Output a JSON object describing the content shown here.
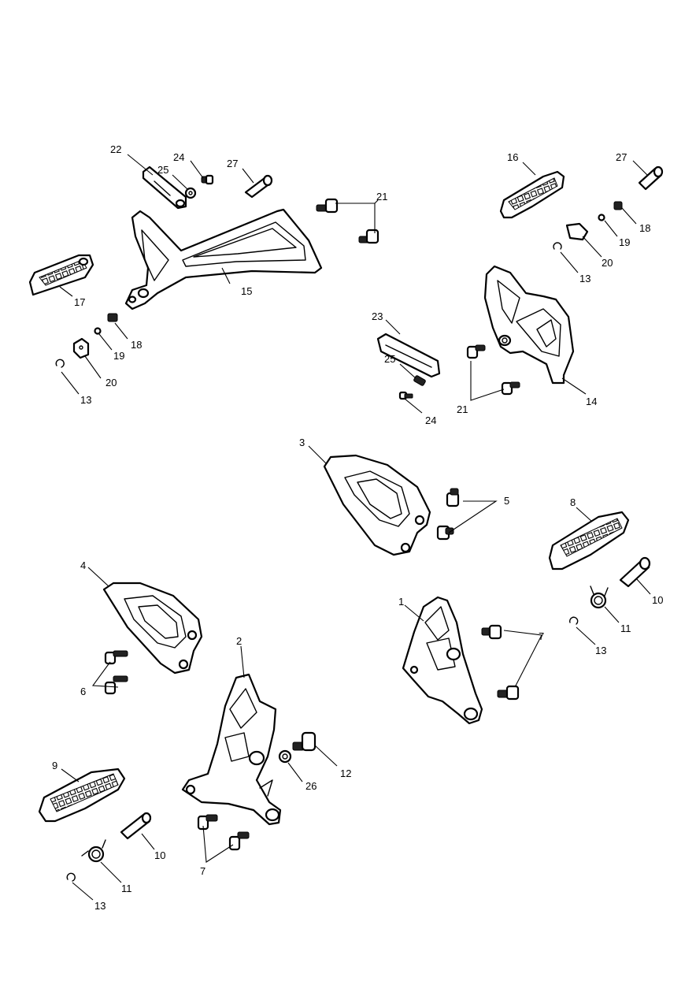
{
  "callouts": [
    "1",
    "2",
    "3",
    "4",
    "5",
    "6",
    "7",
    "7",
    "8",
    "9",
    "10",
    "10",
    "11",
    "11",
    "12",
    "13",
    "13",
    "13",
    "13",
    "14",
    "15",
    "16",
    "17",
    "18",
    "18",
    "19",
    "19",
    "20",
    "20",
    "21",
    "21",
    "22",
    "23",
    "24",
    "24",
    "25",
    "25",
    "26",
    "27",
    "27"
  ]
}
